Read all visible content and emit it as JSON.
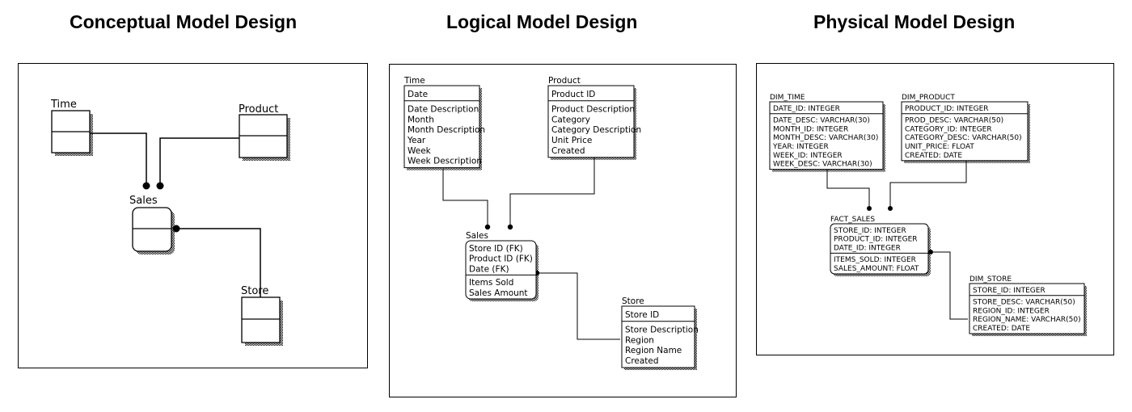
{
  "headings": {
    "conceptual": "Conceptual Model Design",
    "logical": "Logical Model Design",
    "physical": "Physical Model Design"
  },
  "conceptual": {
    "time": "Time",
    "product": "Product",
    "sales": "Sales",
    "store": "Store"
  },
  "logical": {
    "time": {
      "name": "Time",
      "key": [
        "Date"
      ],
      "attrs": [
        "Date Description",
        "Month",
        "Month Description",
        "Year",
        "Week",
        "Week Description"
      ]
    },
    "product": {
      "name": "Product",
      "key": [
        "Product ID"
      ],
      "attrs": [
        "Product Description",
        "Category",
        "Category Description",
        "Unit Price",
        "Created"
      ]
    },
    "sales": {
      "name": "Sales",
      "key": [
        "Store ID (FK)",
        "Product ID (FK)",
        "Date (FK)"
      ],
      "attrs": [
        "Items Sold",
        "Sales Amount"
      ]
    },
    "store": {
      "name": "Store",
      "key": [
        "Store ID"
      ],
      "attrs": [
        "Store Description",
        "Region",
        "Region Name",
        "Created"
      ]
    }
  },
  "physical": {
    "time": {
      "name": "DIM_TIME",
      "key": [
        "DATE_ID: INTEGER"
      ],
      "attrs": [
        "DATE_DESC: VARCHAR(30)",
        "MONTH_ID: INTEGER",
        "MONTH_DESC: VARCHAR(30)",
        "YEAR: INTEGER",
        "WEEK_ID: INTEGER",
        "WEEK_DESC: VARCHAR(30)"
      ]
    },
    "product": {
      "name": "DIM_PRODUCT",
      "key": [
        "PRODUCT_ID: INTEGER"
      ],
      "attrs": [
        "PROD_DESC: VARCHAR(50)",
        "CATEGORY_ID: INTEGER",
        "CATEGORY_DESC: VARCHAR(50)",
        "UNIT_PRICE: FLOAT",
        "CREATED: DATE"
      ]
    },
    "sales": {
      "name": "FACT_SALES",
      "key": [
        "STORE_ID: INTEGER",
        "PRODUCT_ID: INTEGER",
        "DATE_ID: INTEGER"
      ],
      "attrs": [
        "ITEMS_SOLD: INTEGER",
        "SALES_AMOUNT: FLOAT"
      ]
    },
    "store": {
      "name": "DIM_STORE",
      "key": [
        "STORE_ID: INTEGER"
      ],
      "attrs": [
        "STORE_DESC: VARCHAR(50)",
        "REGION_ID: INTEGER",
        "REGION_NAME: VARCHAR(50)",
        "CREATED: DATE"
      ]
    }
  }
}
